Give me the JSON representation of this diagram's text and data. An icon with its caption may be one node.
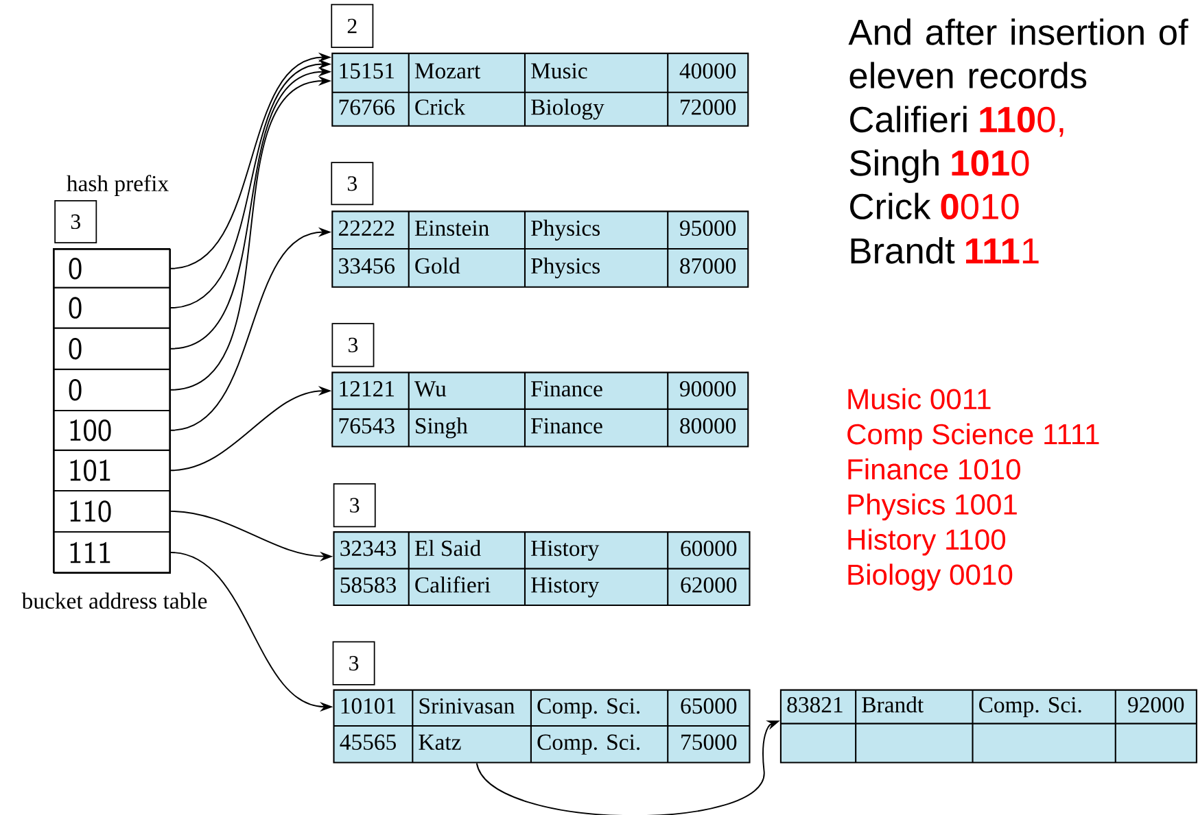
{
  "diagram": {
    "nodes": [
      {
        "text": [
          "3"
        ],
        "beside": [
          "hash prefix"
        ]
      },
      {
        "text": [],
        "shape": "box",
        "beside": [
          "bucket address table"
        ]
      },
      {
        "text": [
          "0"
        ],
        "in": 1
      },
      {
        "text": [
          "0"
        ],
        "in": 1
      },
      {
        "text": [
          "0"
        ],
        "in": 1
      },
      {
        "text": [
          "0"
        ],
        "in": 1
      },
      {
        "text": [
          "100"
        ],
        "in": 1
      },
      {
        "text": [
          "101"
        ],
        "in": 1
      },
      {
        "text": [
          "110"
        ],
        "in": 1
      },
      {
        "text": [
          "111"
        ],
        "in": 1
      },
      {
        "text": [
          "2"
        ]
      },
      {
        "text": [
          "15151",
          "Mozart",
          "Music",
          "40000",
          "76766",
          "Crick",
          "Biology",
          "72000"
        ]
      },
      {
        "text": [
          "3"
        ]
      },
      {
        "text": [
          "22222",
          "Einstein",
          "Physics",
          "95000",
          "33456",
          "Gold",
          "Physics",
          "87000"
        ]
      },
      {
        "text": [
          "3"
        ]
      },
      {
        "text": [
          "12121",
          "Wu",
          "Finance",
          "90000",
          "76543",
          "Singh",
          "Finance",
          "80000"
        ]
      },
      {
        "text": [
          "3"
        ]
      },
      {
        "text": [
          "32343",
          "El Said",
          "History",
          "60000",
          "58583",
          "Califieri",
          "History",
          "62000"
        ]
      },
      {
        "text": [
          "3"
        ]
      },
      {
        "text": [
          "10101",
          "Srinivasan",
          "Comp. Sci.",
          "65000",
          "45565",
          "Katz",
          "Comp. Sci.",
          "75000"
        ]
      },
      {
        "text": [
          "83821",
          "Brandt",
          "Comp. Sci.",
          "92000"
        ]
      }
    ],
    "edges": [
      {
        "from": 2,
        "to": 11,
        "arrow": "to"
      },
      {
        "from": 3,
        "to": 11,
        "arrow": "to"
      },
      {
        "from": 4,
        "to": 11,
        "arrow": "to"
      },
      {
        "from": 5,
        "to": 11,
        "arrow": "to"
      },
      {
        "from": 6,
        "to": 13,
        "arrow": "to"
      },
      {
        "from": 7,
        "to": 15,
        "arrow": "to"
      },
      {
        "from": 8,
        "to": 17,
        "arrow": "to"
      },
      {
        "from": 9,
        "to": 19,
        "arrow": "to"
      },
      {
        "from": 19,
        "to": 20,
        "arrow": "to"
      }
    ],
    "labels": [
      "And after insertion of eleven records",
      "Califieri",
      "**110**0,",
      "Singh",
      "**101**0",
      "Crick",
      "**0**010",
      "Brandt",
      "**111**1",
      "Music 0011",
      "Comp Science 1111",
      "Finance 1010",
      "Physics 1001",
      "History 1100",
      "Biology 0010"
    ]
  }
}
